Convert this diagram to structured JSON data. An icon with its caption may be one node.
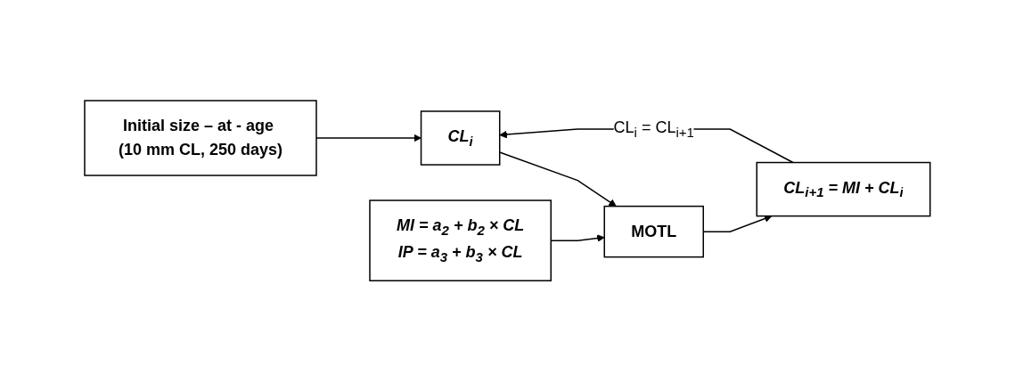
{
  "diagram": {
    "nodes": [
      {
        "text": [
          "Initial size – at - age (10 mm CL, 250 days)"
        ]
      },
      {
        "text": [
          "CL$_{i}$"
        ]
      },
      {
        "text": [
          "MOTL"
        ]
      },
      {
        "text": [
          "CL$_{i+1}$ = MI + CL$_{i}$"
        ]
      },
      {
        "text": [
          "MI = a$_{2}$ + b$_{2}$ × CL",
          "IP = a$_{3}$ + b$_{3}$ × CL"
        ]
      }
    ],
    "edges": [
      {
        "from": 0,
        "to": 1,
        "arrow": "to"
      },
      {
        "from": 1,
        "to": 2,
        "arrow": "to"
      },
      {
        "from": 2,
        "to": 3,
        "arrow": "to"
      },
      {
        "from": 4,
        "to": 2,
        "arrow": "to"
      },
      {
        "from": 3,
        "to": 1,
        "arrow": "to",
        "label": "CL$_{i}$ = CL$_{i+1}$"
      }
    ]
  }
}
